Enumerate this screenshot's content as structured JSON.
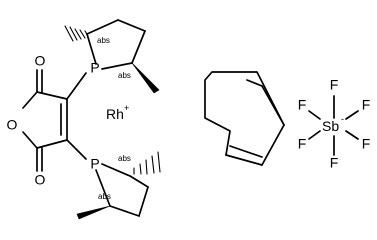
{
  "structure": {
    "ring_oxygen": "O",
    "carbonyl_oxygen_top": "O",
    "carbonyl_oxygen_bottom": "O",
    "phosphorus_top": "P",
    "phosphorus_bottom": "P",
    "stereo_label": "abs",
    "metal": "Rh",
    "metal_charge": "+",
    "antimony": "Sb",
    "antimony_charge": "-",
    "fluorine": "F"
  }
}
